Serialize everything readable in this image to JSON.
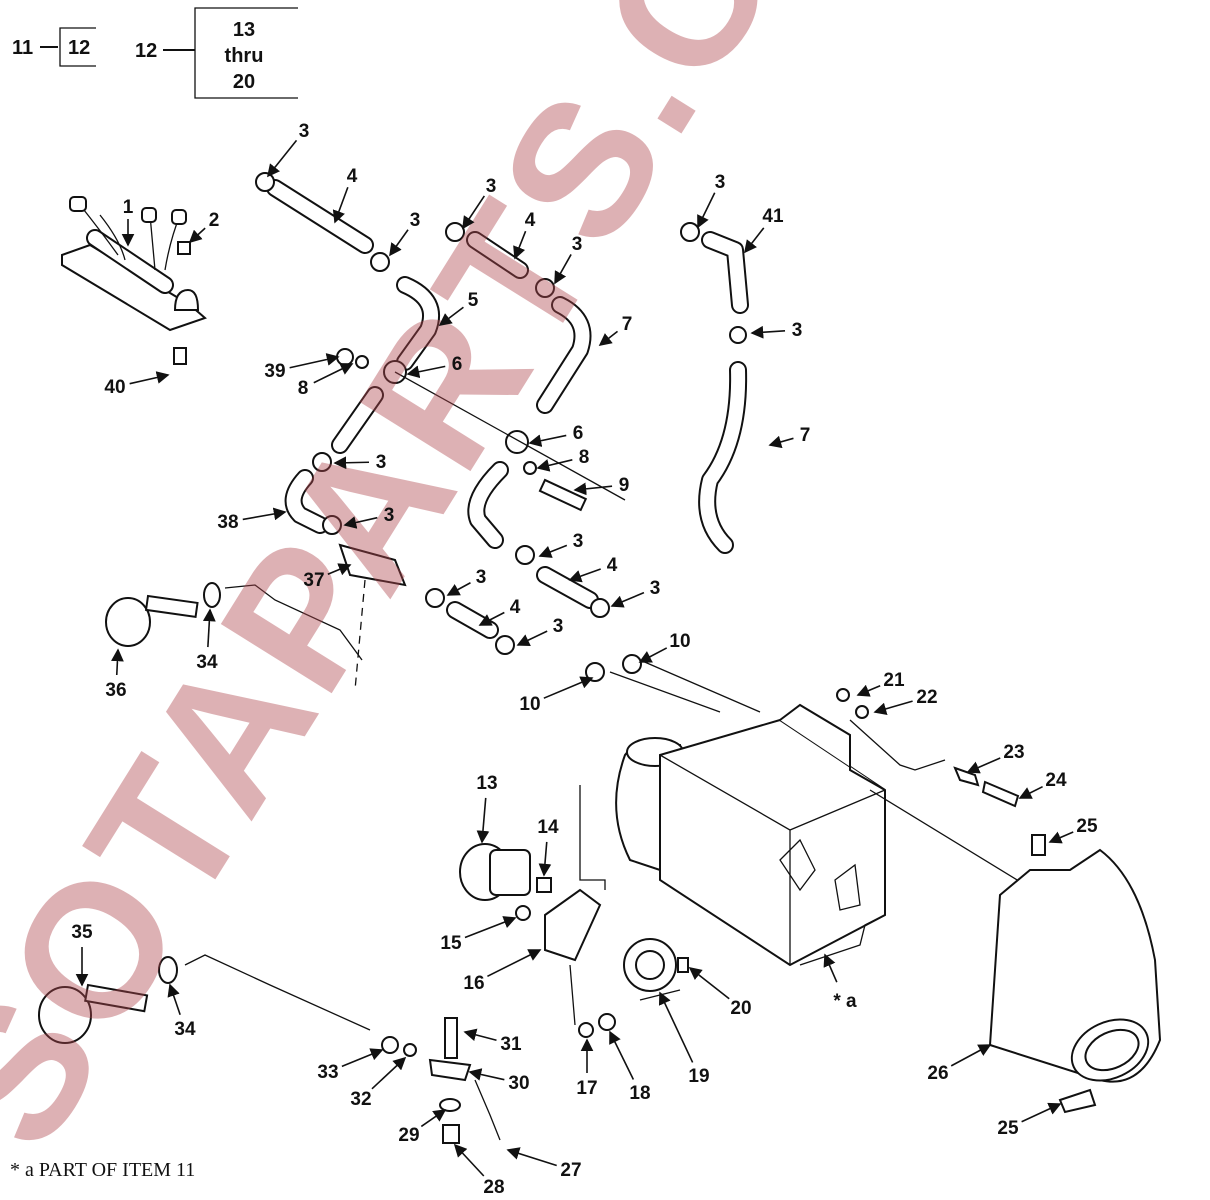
{
  "header": {
    "item11": "11",
    "item11_box": "12",
    "item12": "12",
    "item12_box_line1": "13",
    "item12_box_line2": "thru",
    "item12_box_line3": "20"
  },
  "callouts": [
    "3",
    "4",
    "1",
    "2",
    "3",
    "3",
    "4",
    "3",
    "3",
    "41",
    "5",
    "7",
    "3",
    "39",
    "8",
    "6",
    "40",
    "6",
    "7",
    "8",
    "9",
    "3",
    "38",
    "3",
    "3",
    "37",
    "3",
    "4",
    "3",
    "4",
    "3",
    "10",
    "36",
    "34",
    "10",
    "21",
    "22",
    "23",
    "24",
    "25",
    "13",
    "14",
    "15",
    "16",
    "20",
    "* a",
    "35",
    "34",
    "31",
    "33",
    "30",
    "32",
    "17",
    "18",
    "19",
    "26",
    "25",
    "29",
    "27",
    "28"
  ],
  "footnote": "* a   PART OF ITEM 11",
  "watermark": "SOTAPARTS.COM",
  "colors": {
    "watermark": "#b0484f",
    "ink": "#111111"
  }
}
